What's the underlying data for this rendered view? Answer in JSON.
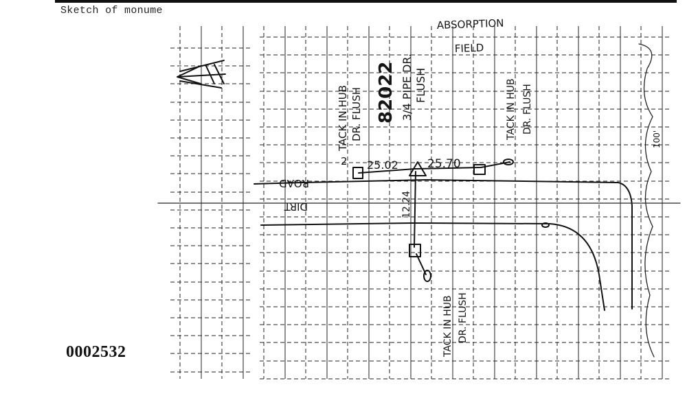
{
  "caption": "Sketch of monume",
  "document_number": "0002532",
  "sketch": {
    "labels": {
      "absorption_field_line1": "ABSORPTION",
      "absorption_field_line2": "FIELD",
      "monument_id": "82022",
      "pipe_line1": "3/4 PIPE DR.",
      "pipe_line2": "FLUSH",
      "tack_left_line1": "TACK IN HUB",
      "tack_left_line2": "DR. FLUSH",
      "tack_right_line1": "TACK IN HUB",
      "tack_right_line2": "DR. FLUSH",
      "tack_bottom_line1": "TACK IN HUB",
      "tack_bottom_line2": "DR. FLUSH",
      "road_line1": "ROAD",
      "road_line2": "DIRT",
      "dist_left": "25.02",
      "dist_right": "25.70",
      "dist_down": "12.24",
      "marker_2": "2",
      "margin_right": "100'"
    }
  }
}
